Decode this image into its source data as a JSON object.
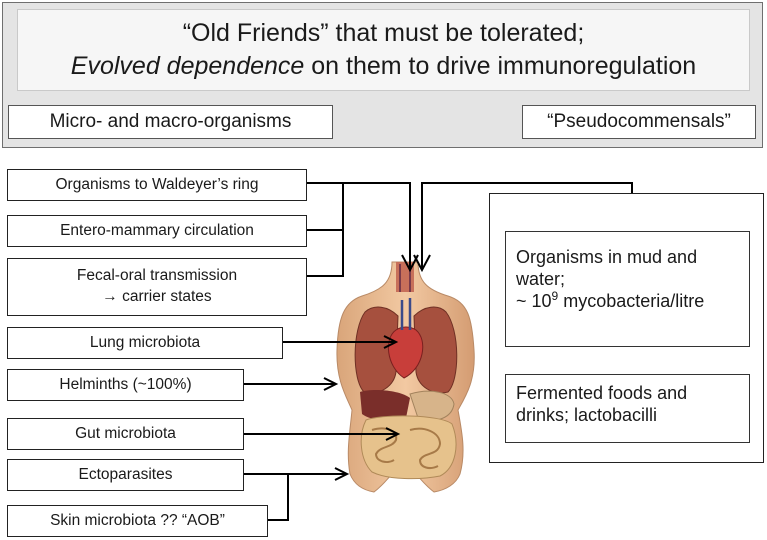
{
  "header": {
    "title_line1": "“Old Friends” that must be tolerated;",
    "title_line2_italic": "Evolved dependence",
    "title_line2_rest": " on them to drive immunoregulation",
    "left_tag": "Micro- and macro-organisms",
    "right_tag": "“Pseudocommensals”"
  },
  "left_boxes": {
    "waldeyer": "Organisms to Waldeyer’s ring",
    "entero": "Entero-mammary circulation",
    "fecal_line1": "Fecal-oral transmission",
    "fecal_line2": "→ carrier states",
    "lung": "Lung microbiota",
    "helminths": "Helminths (~100%)",
    "gut": "Gut microbiota",
    "ecto": "Ectoparasites",
    "skin": "Skin microbiota ?? “AOB”"
  },
  "right_boxes": {
    "mud_line1": "Organisms in mud and",
    "mud_line2": "water;",
    "mud_line3_prefix": "~ 10",
    "mud_line3_exp": "9",
    "mud_line3_suffix": " mycobacteria/litre",
    "fermented_line1": "Fermented foods and",
    "fermented_line2": "drinks;  lactobacilli"
  },
  "colors": {
    "header_bg": "#e4e4e4",
    "title_bg": "#f6f6f6",
    "line": "#000000"
  },
  "figure_icon": "anatomical-torso-illustration"
}
